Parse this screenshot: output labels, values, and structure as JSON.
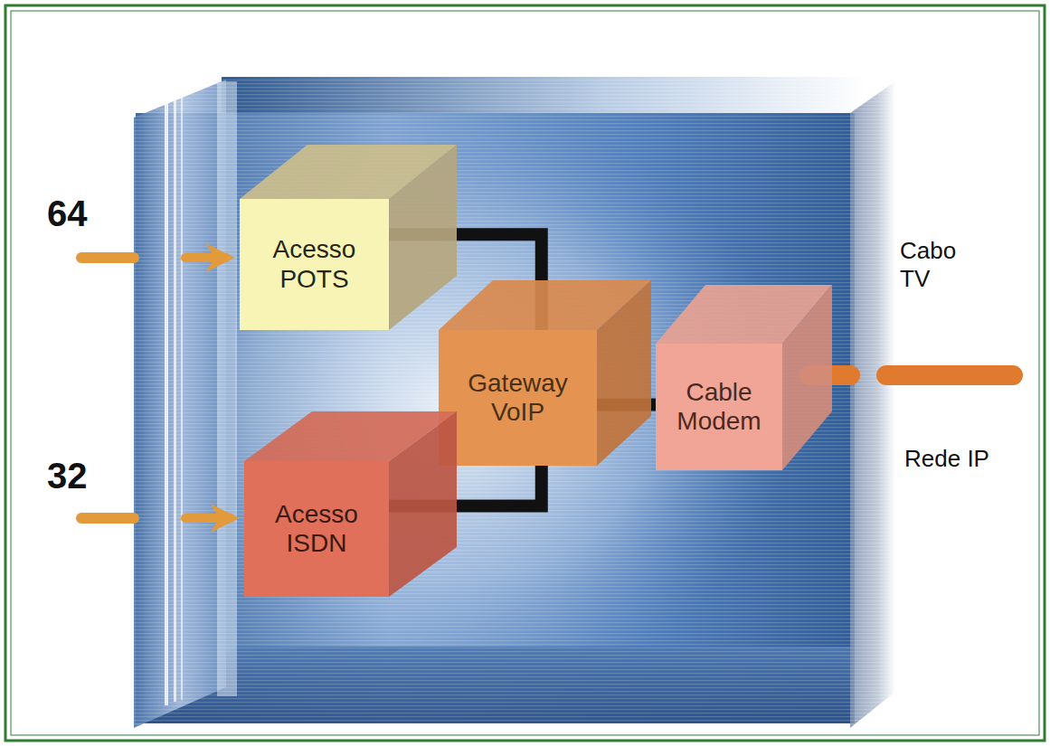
{
  "diagram": {
    "nodes": [
      {
        "text": [
          "Acesso POTS"
        ]
      },
      {
        "text": [
          "Gateway VoIP"
        ]
      },
      {
        "text": [
          "Cable Modem"
        ]
      },
      {
        "text": [
          "Acesso ISDN"
        ]
      }
    ],
    "edges": [
      {
        "from": 0,
        "to": 1,
        "arrow": "none"
      },
      {
        "from": 3,
        "to": 1,
        "arrow": "none"
      },
      {
        "from": 1,
        "to": 2,
        "arrow": "none"
      }
    ],
    "labels": [
      "64",
      "32",
      "Cabo TV",
      "Rede IP"
    ]
  }
}
